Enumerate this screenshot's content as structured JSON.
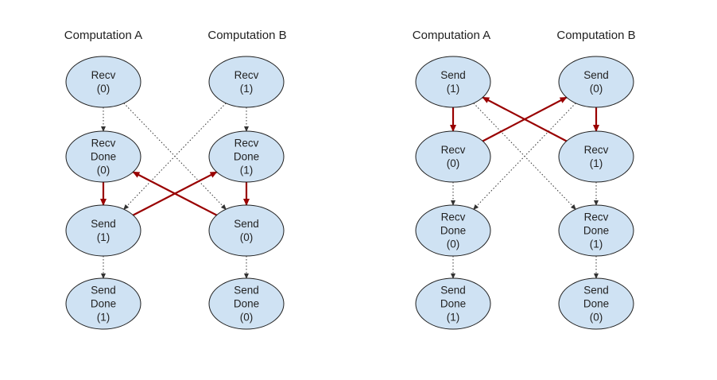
{
  "panels": [
    {
      "headers": [
        "Computation A",
        "Computation B"
      ],
      "nodes": [
        {
          "id": "a0",
          "lines": [
            "Recv",
            "(0)"
          ]
        },
        {
          "id": "a1",
          "lines": [
            "Recv",
            "Done",
            "(0)"
          ]
        },
        {
          "id": "a2",
          "lines": [
            "Send",
            "(1)"
          ]
        },
        {
          "id": "a3",
          "lines": [
            "Send",
            "Done",
            "(1)"
          ]
        },
        {
          "id": "b0",
          "lines": [
            "Recv",
            "(1)"
          ]
        },
        {
          "id": "b1",
          "lines": [
            "Recv",
            "Done",
            "(1)"
          ]
        },
        {
          "id": "b2",
          "lines": [
            "Send",
            "(0)"
          ]
        },
        {
          "id": "b3",
          "lines": [
            "Send",
            "Done",
            "(0)"
          ]
        }
      ],
      "edges": [
        {
          "from": "a0",
          "to": "a1",
          "style": "dotted"
        },
        {
          "from": "a2",
          "to": "a3",
          "style": "dotted"
        },
        {
          "from": "b0",
          "to": "b1",
          "style": "dotted"
        },
        {
          "from": "b2",
          "to": "b3",
          "style": "dotted"
        },
        {
          "from": "a0",
          "to": "b2",
          "style": "dotted"
        },
        {
          "from": "b0",
          "to": "a2",
          "style": "dotted"
        },
        {
          "from": "a1",
          "to": "a2",
          "style": "red"
        },
        {
          "from": "b1",
          "to": "b2",
          "style": "red"
        },
        {
          "from": "a2",
          "to": "b1",
          "style": "red"
        },
        {
          "from": "b2",
          "to": "a1",
          "style": "red"
        }
      ]
    },
    {
      "headers": [
        "Computation A",
        "Computation B"
      ],
      "nodes": [
        {
          "id": "c0",
          "lines": [
            "Send",
            "(1)"
          ]
        },
        {
          "id": "c1",
          "lines": [
            "Recv",
            "(0)"
          ]
        },
        {
          "id": "c2",
          "lines": [
            "Recv",
            "Done",
            "(0)"
          ]
        },
        {
          "id": "c3",
          "lines": [
            "Send",
            "Done",
            "(1)"
          ]
        },
        {
          "id": "d0",
          "lines": [
            "Send",
            "(0)"
          ]
        },
        {
          "id": "d1",
          "lines": [
            "Recv",
            "(1)"
          ]
        },
        {
          "id": "d2",
          "lines": [
            "Recv",
            "Done",
            "(1)"
          ]
        },
        {
          "id": "d3",
          "lines": [
            "Send",
            "Done",
            "(0)"
          ]
        }
      ],
      "edges": [
        {
          "from": "c1",
          "to": "c2",
          "style": "dotted"
        },
        {
          "from": "c2",
          "to": "c3",
          "style": "dotted"
        },
        {
          "from": "d1",
          "to": "d2",
          "style": "dotted"
        },
        {
          "from": "d2",
          "to": "d3",
          "style": "dotted"
        },
        {
          "from": "c0",
          "to": "d2",
          "style": "dotted"
        },
        {
          "from": "d0",
          "to": "c2",
          "style": "dotted"
        },
        {
          "from": "c0",
          "to": "c1",
          "style": "red"
        },
        {
          "from": "d0",
          "to": "d1",
          "style": "red"
        },
        {
          "from": "c1",
          "to": "d0",
          "style": "red"
        },
        {
          "from": "d1",
          "to": "c0",
          "style": "red"
        }
      ]
    }
  ],
  "colors": {
    "node_fill": "#cfe2f3",
    "node_stroke": "#1f1f1f",
    "red_edge": "#990000",
    "dotted_edge": "#333333"
  }
}
